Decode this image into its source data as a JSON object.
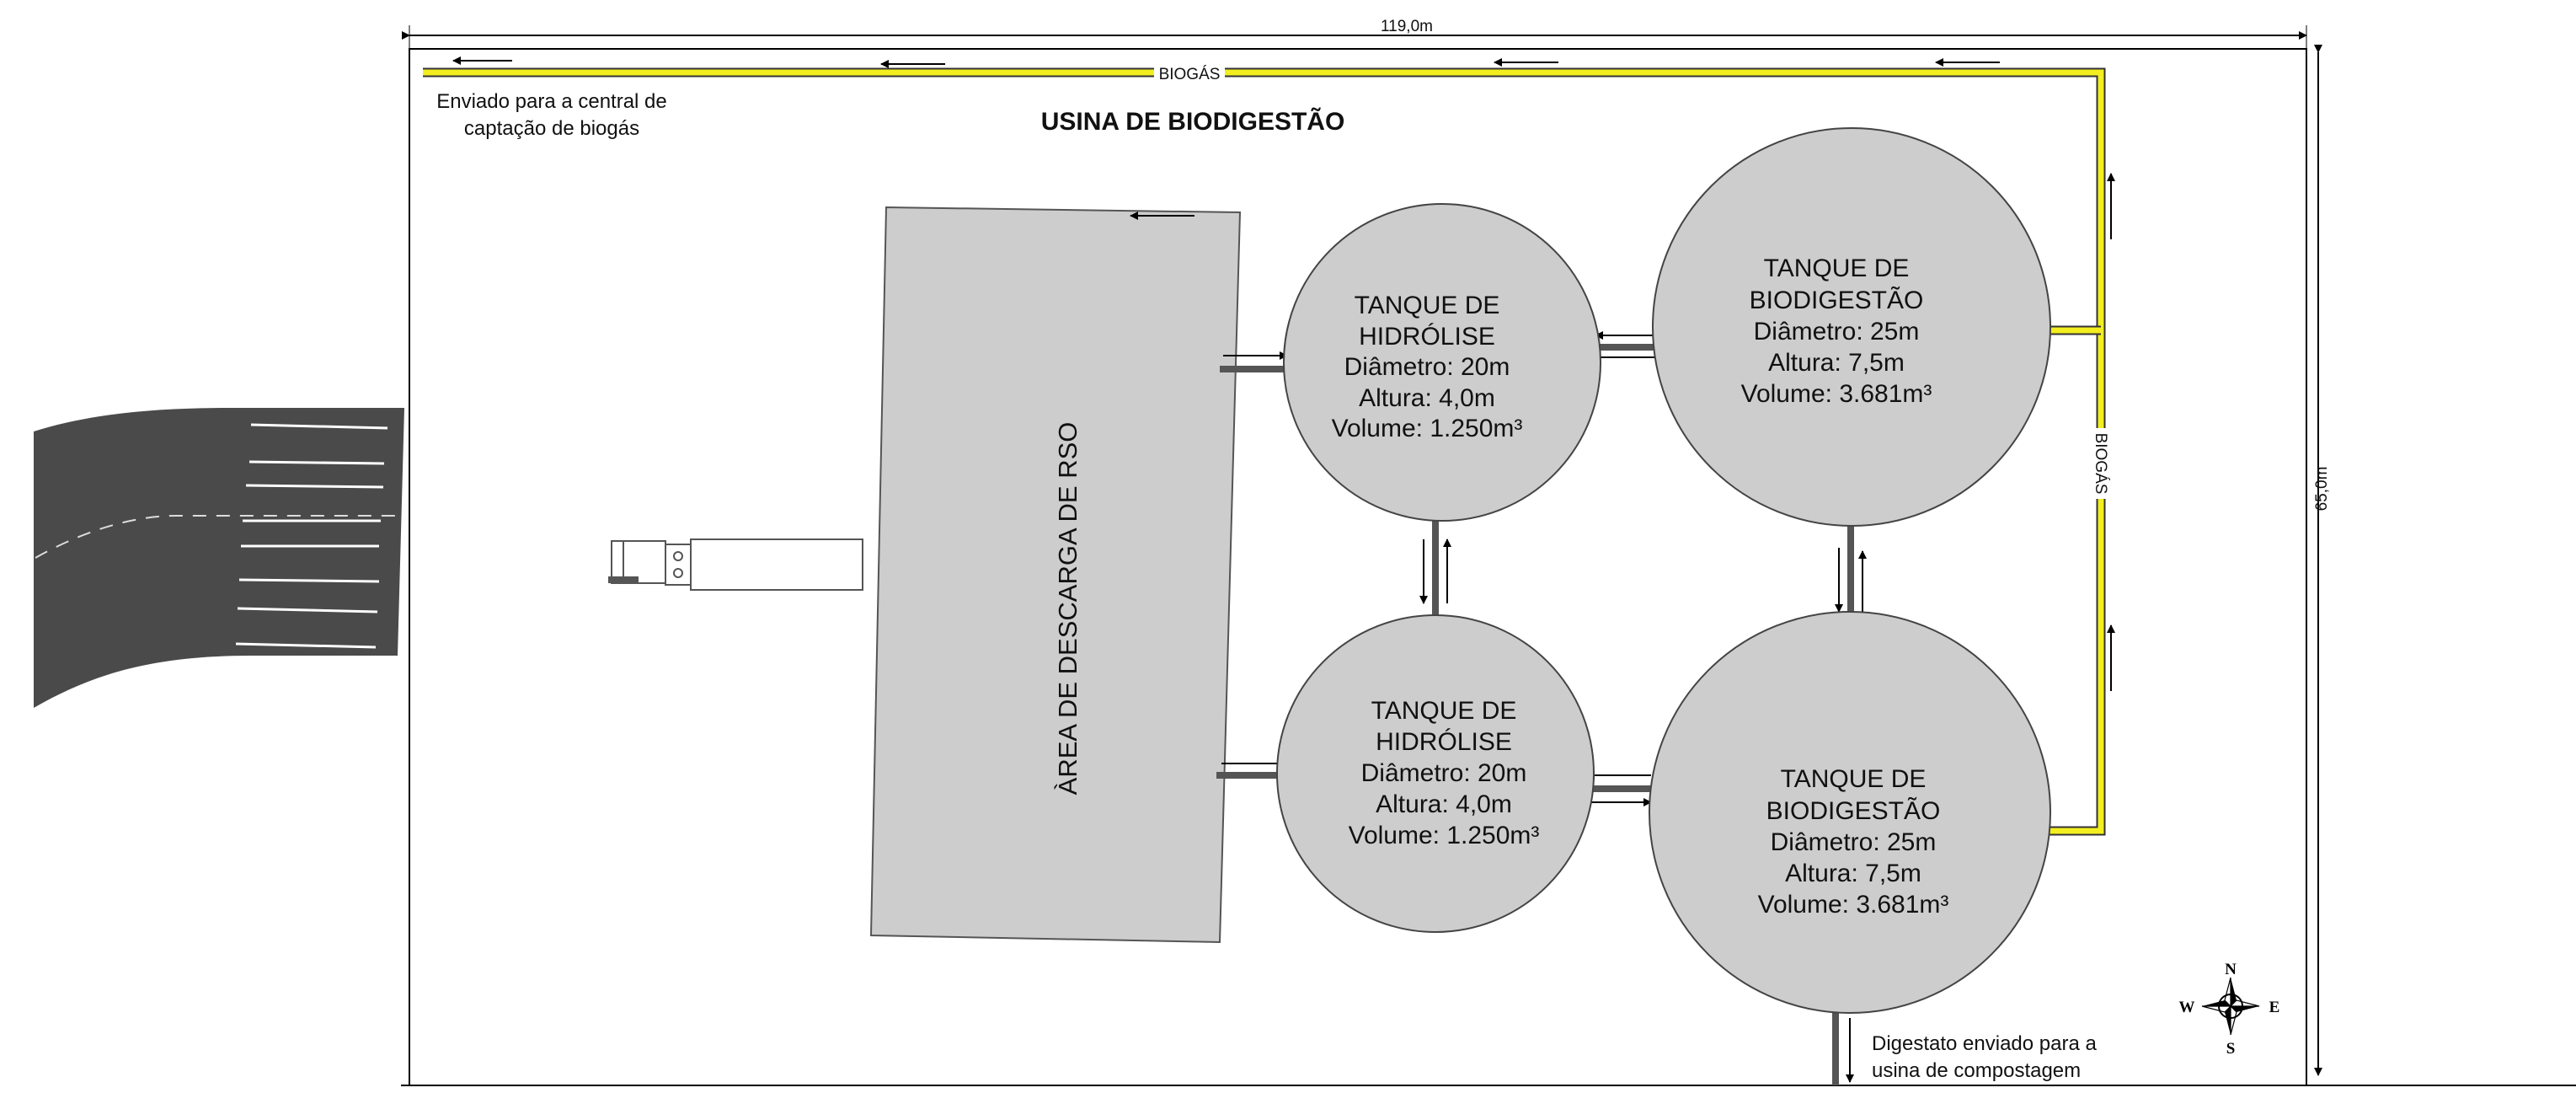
{
  "title": "USINA DE BIODIGESTÃO",
  "dimensions": {
    "width": "119,0m",
    "height": "65,0m"
  },
  "biogas_line": {
    "label_top": "BIOGÁS",
    "label_right": "BIOGÁS",
    "color": "#f2ee1f"
  },
  "notes": {
    "biogas_sent": [
      "Enviado para a central de",
      "captação de biogás"
    ],
    "digestate_sent": [
      "Digestato enviado para a",
      "usina de compostagem"
    ]
  },
  "discharge_area": {
    "label": "ÀREA DE DESCARGA DE RSO"
  },
  "tanks": [
    {
      "id": "hydrolysis-top",
      "lines": [
        "TANQUE DE",
        "HIDRÓLISE",
        "Diâmetro: 20m",
        "Altura: 4,0m",
        "Volume: 1.250m³"
      ]
    },
    {
      "id": "biodigestion-top",
      "lines": [
        "TANQUE DE",
        "BIODIGESTÃO",
        "Diâmetro: 25m",
        "Altura: 7,5m",
        "Volume: 3.681m³"
      ]
    },
    {
      "id": "hydrolysis-bottom",
      "lines": [
        "TANQUE DE",
        "HIDRÓLISE",
        "Diâmetro: 20m",
        "Altura: 4,0m",
        "Volume: 1.250m³"
      ]
    },
    {
      "id": "biodigestion-bottom",
      "lines": [
        "TANQUE DE",
        "BIODIGESTÃO",
        "Diâmetro: 25m",
        "Altura: 7,5m",
        "Volume: 3.681m³"
      ]
    }
  ],
  "compass": {
    "n": "N",
    "s": "S",
    "e": "E",
    "w": "W"
  },
  "colors": {
    "tank_fill": "#cdcdcd",
    "road": "#4a4a4a",
    "pipe": "#555555"
  }
}
